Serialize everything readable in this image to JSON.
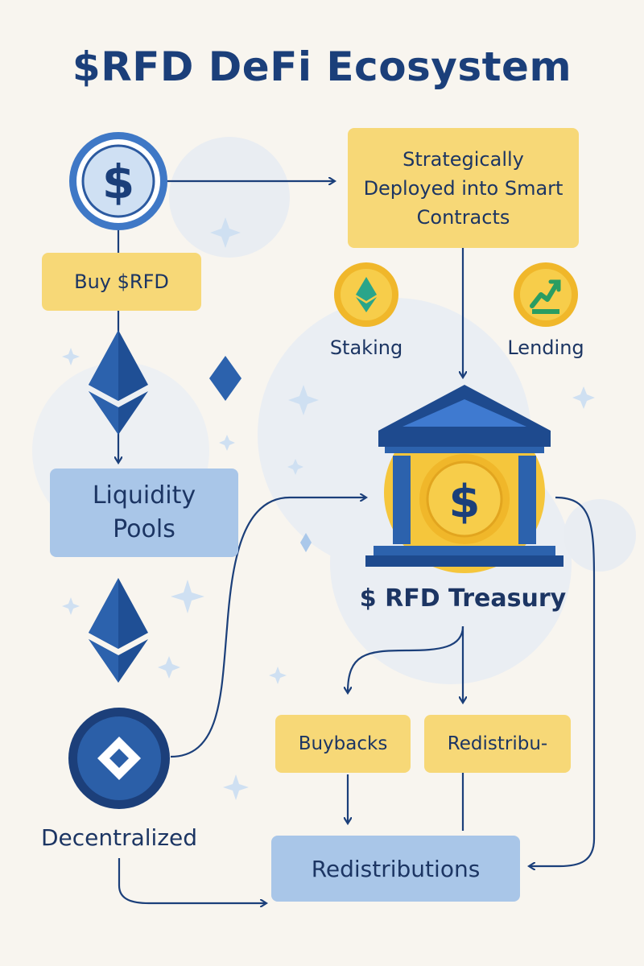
{
  "title": "$RFD DeFi Ecosystem",
  "nodes": {
    "buy": "Buy $RFD",
    "smart_contracts": "Strategically Deployed into Smart Contracts",
    "staking": "Staking",
    "lending": "Lending",
    "liquidity_pools": "Liquidity Pools",
    "treasury": "$ RFD Treasury",
    "buybacks": "Buybacks",
    "redistribu": "Redistribu-",
    "decentralized": "Decentralized",
    "redistributions": "Redistributions"
  },
  "icons": {
    "dollar_coin": "dollar-coin-icon",
    "staking": "ethereum-coin-icon",
    "lending": "growth-arrow-coin-icon",
    "treasury": "bank-building-icon",
    "ethereum": "ethereum-icon",
    "decentralized": "diamond-coin-icon"
  },
  "colors": {
    "navy": "#1b3f7a",
    "yellow_box": "#f7d877",
    "blue_box": "#a9c6e8",
    "coin_gold": "#f5c63c",
    "background": "#f8f5ef"
  }
}
